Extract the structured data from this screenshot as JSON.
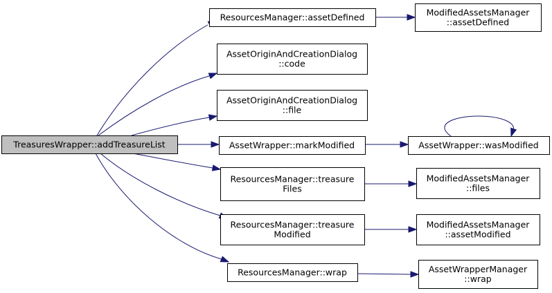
{
  "graph": {
    "colors": {
      "edge": "#191970",
      "root_fill": "#bfbfbf",
      "node_fill": "#ffffff",
      "node_border": "#000000"
    },
    "nodes": [
      {
        "id": "root",
        "lines": [
          "TreasuresWrapper::addTreasureList"
        ]
      },
      {
        "id": "rm_assetDefined",
        "lines": [
          "ResourcesManager::assetDefined"
        ]
      },
      {
        "id": "mam_assetDefined",
        "lines": [
          "ModifiedAssetsManager",
          "::assetDefined"
        ]
      },
      {
        "id": "aocd_code",
        "lines": [
          "AssetOriginAndCreationDialog",
          "::code"
        ]
      },
      {
        "id": "aocd_file",
        "lines": [
          "AssetOriginAndCreationDialog",
          "::file"
        ]
      },
      {
        "id": "aw_markModified",
        "lines": [
          "AssetWrapper::markModified"
        ]
      },
      {
        "id": "aw_wasModified",
        "lines": [
          "AssetWrapper::wasModified"
        ]
      },
      {
        "id": "rm_treasureFiles",
        "lines": [
          "ResourcesManager::treasure",
          "Files"
        ]
      },
      {
        "id": "mam_files",
        "lines": [
          "ModifiedAssetsManager",
          "::files"
        ]
      },
      {
        "id": "rm_treasureModified",
        "lines": [
          "ResourcesManager::treasure",
          "Modified"
        ]
      },
      {
        "id": "mam_assetModified",
        "lines": [
          "ModifiedAssetsManager",
          "::assetModified"
        ]
      },
      {
        "id": "rm_wrap",
        "lines": [
          "ResourcesManager::wrap"
        ]
      },
      {
        "id": "awm_wrap",
        "lines": [
          "AssetWrapperManager",
          "::wrap"
        ]
      }
    ],
    "edges": [
      {
        "from": "root",
        "to": "rm_assetDefined"
      },
      {
        "from": "root",
        "to": "aocd_code"
      },
      {
        "from": "root",
        "to": "aocd_file"
      },
      {
        "from": "root",
        "to": "aw_markModified"
      },
      {
        "from": "root",
        "to": "rm_treasureFiles"
      },
      {
        "from": "root",
        "to": "rm_treasureModified"
      },
      {
        "from": "root",
        "to": "rm_wrap"
      },
      {
        "from": "rm_assetDefined",
        "to": "mam_assetDefined"
      },
      {
        "from": "aw_markModified",
        "to": "aw_wasModified"
      },
      {
        "from": "aw_wasModified",
        "to": "aw_wasModified"
      },
      {
        "from": "rm_treasureFiles",
        "to": "mam_files"
      },
      {
        "from": "rm_treasureModified",
        "to": "mam_assetModified"
      },
      {
        "from": "rm_wrap",
        "to": "awm_wrap"
      }
    ]
  }
}
